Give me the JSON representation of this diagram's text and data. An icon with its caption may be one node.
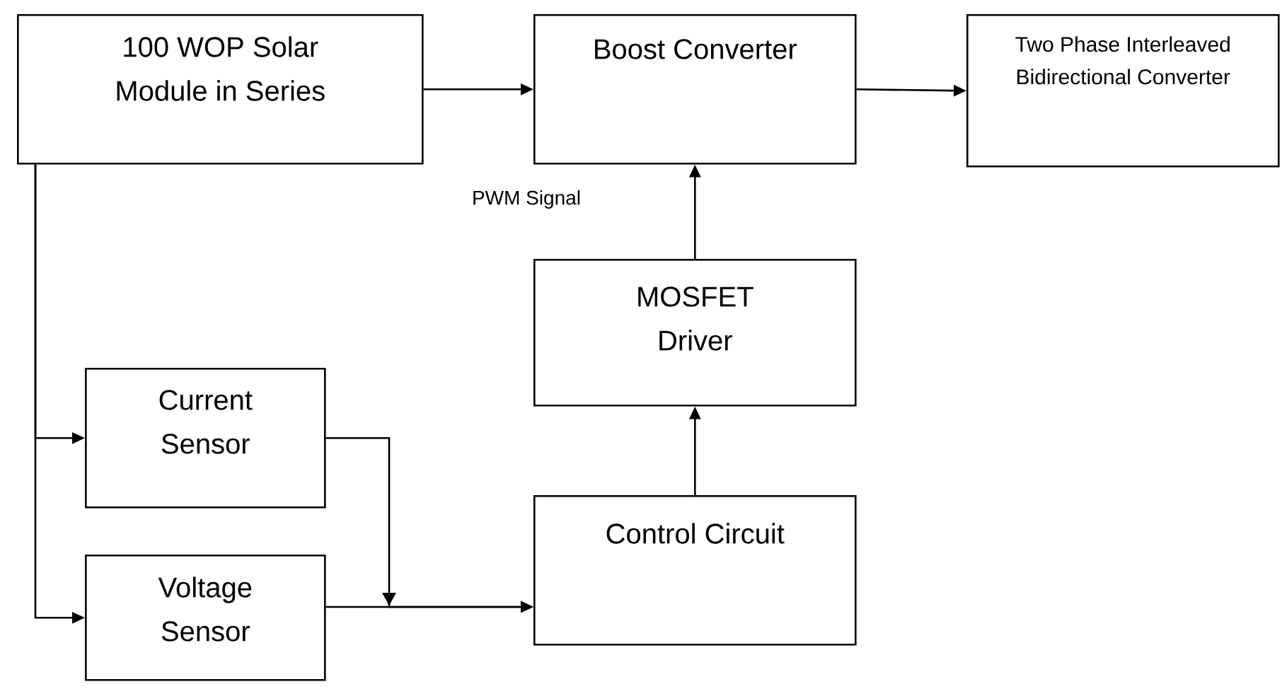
{
  "diagram": {
    "nodes": [
      {
        "text": [
          "100 WOP Solar Module in Series"
        ]
      },
      {
        "text": [
          "Boost Converter"
        ]
      },
      {
        "text": [
          "Two Phase Interleaved Bidirectional Converter"
        ]
      },
      {
        "text": [
          "MOSFET Driver"
        ]
      },
      {
        "text": [
          "Current Sensor"
        ]
      },
      {
        "text": [
          "Voltage Sensor"
        ]
      },
      {
        "text": [
          "Control Circuit"
        ]
      }
    ],
    "edges": [
      {
        "from": 0,
        "to": 1,
        "arrow": "to"
      },
      {
        "from": 1,
        "to": 2,
        "arrow": "to"
      },
      {
        "from": 3,
        "to": 1,
        "arrow": "to"
      },
      {
        "from": 6,
        "to": 3,
        "arrow": "to"
      },
      {
        "from": 0,
        "to": 4,
        "arrow": "to"
      },
      {
        "from": 0,
        "to": 5,
        "arrow": "to"
      },
      {
        "from": 4,
        "to": 6,
        "arrow": "to"
      },
      {
        "from": 5,
        "to": 6,
        "arrow": "to"
      }
    ],
    "labels": [
      "PWM Signal"
    ]
  }
}
